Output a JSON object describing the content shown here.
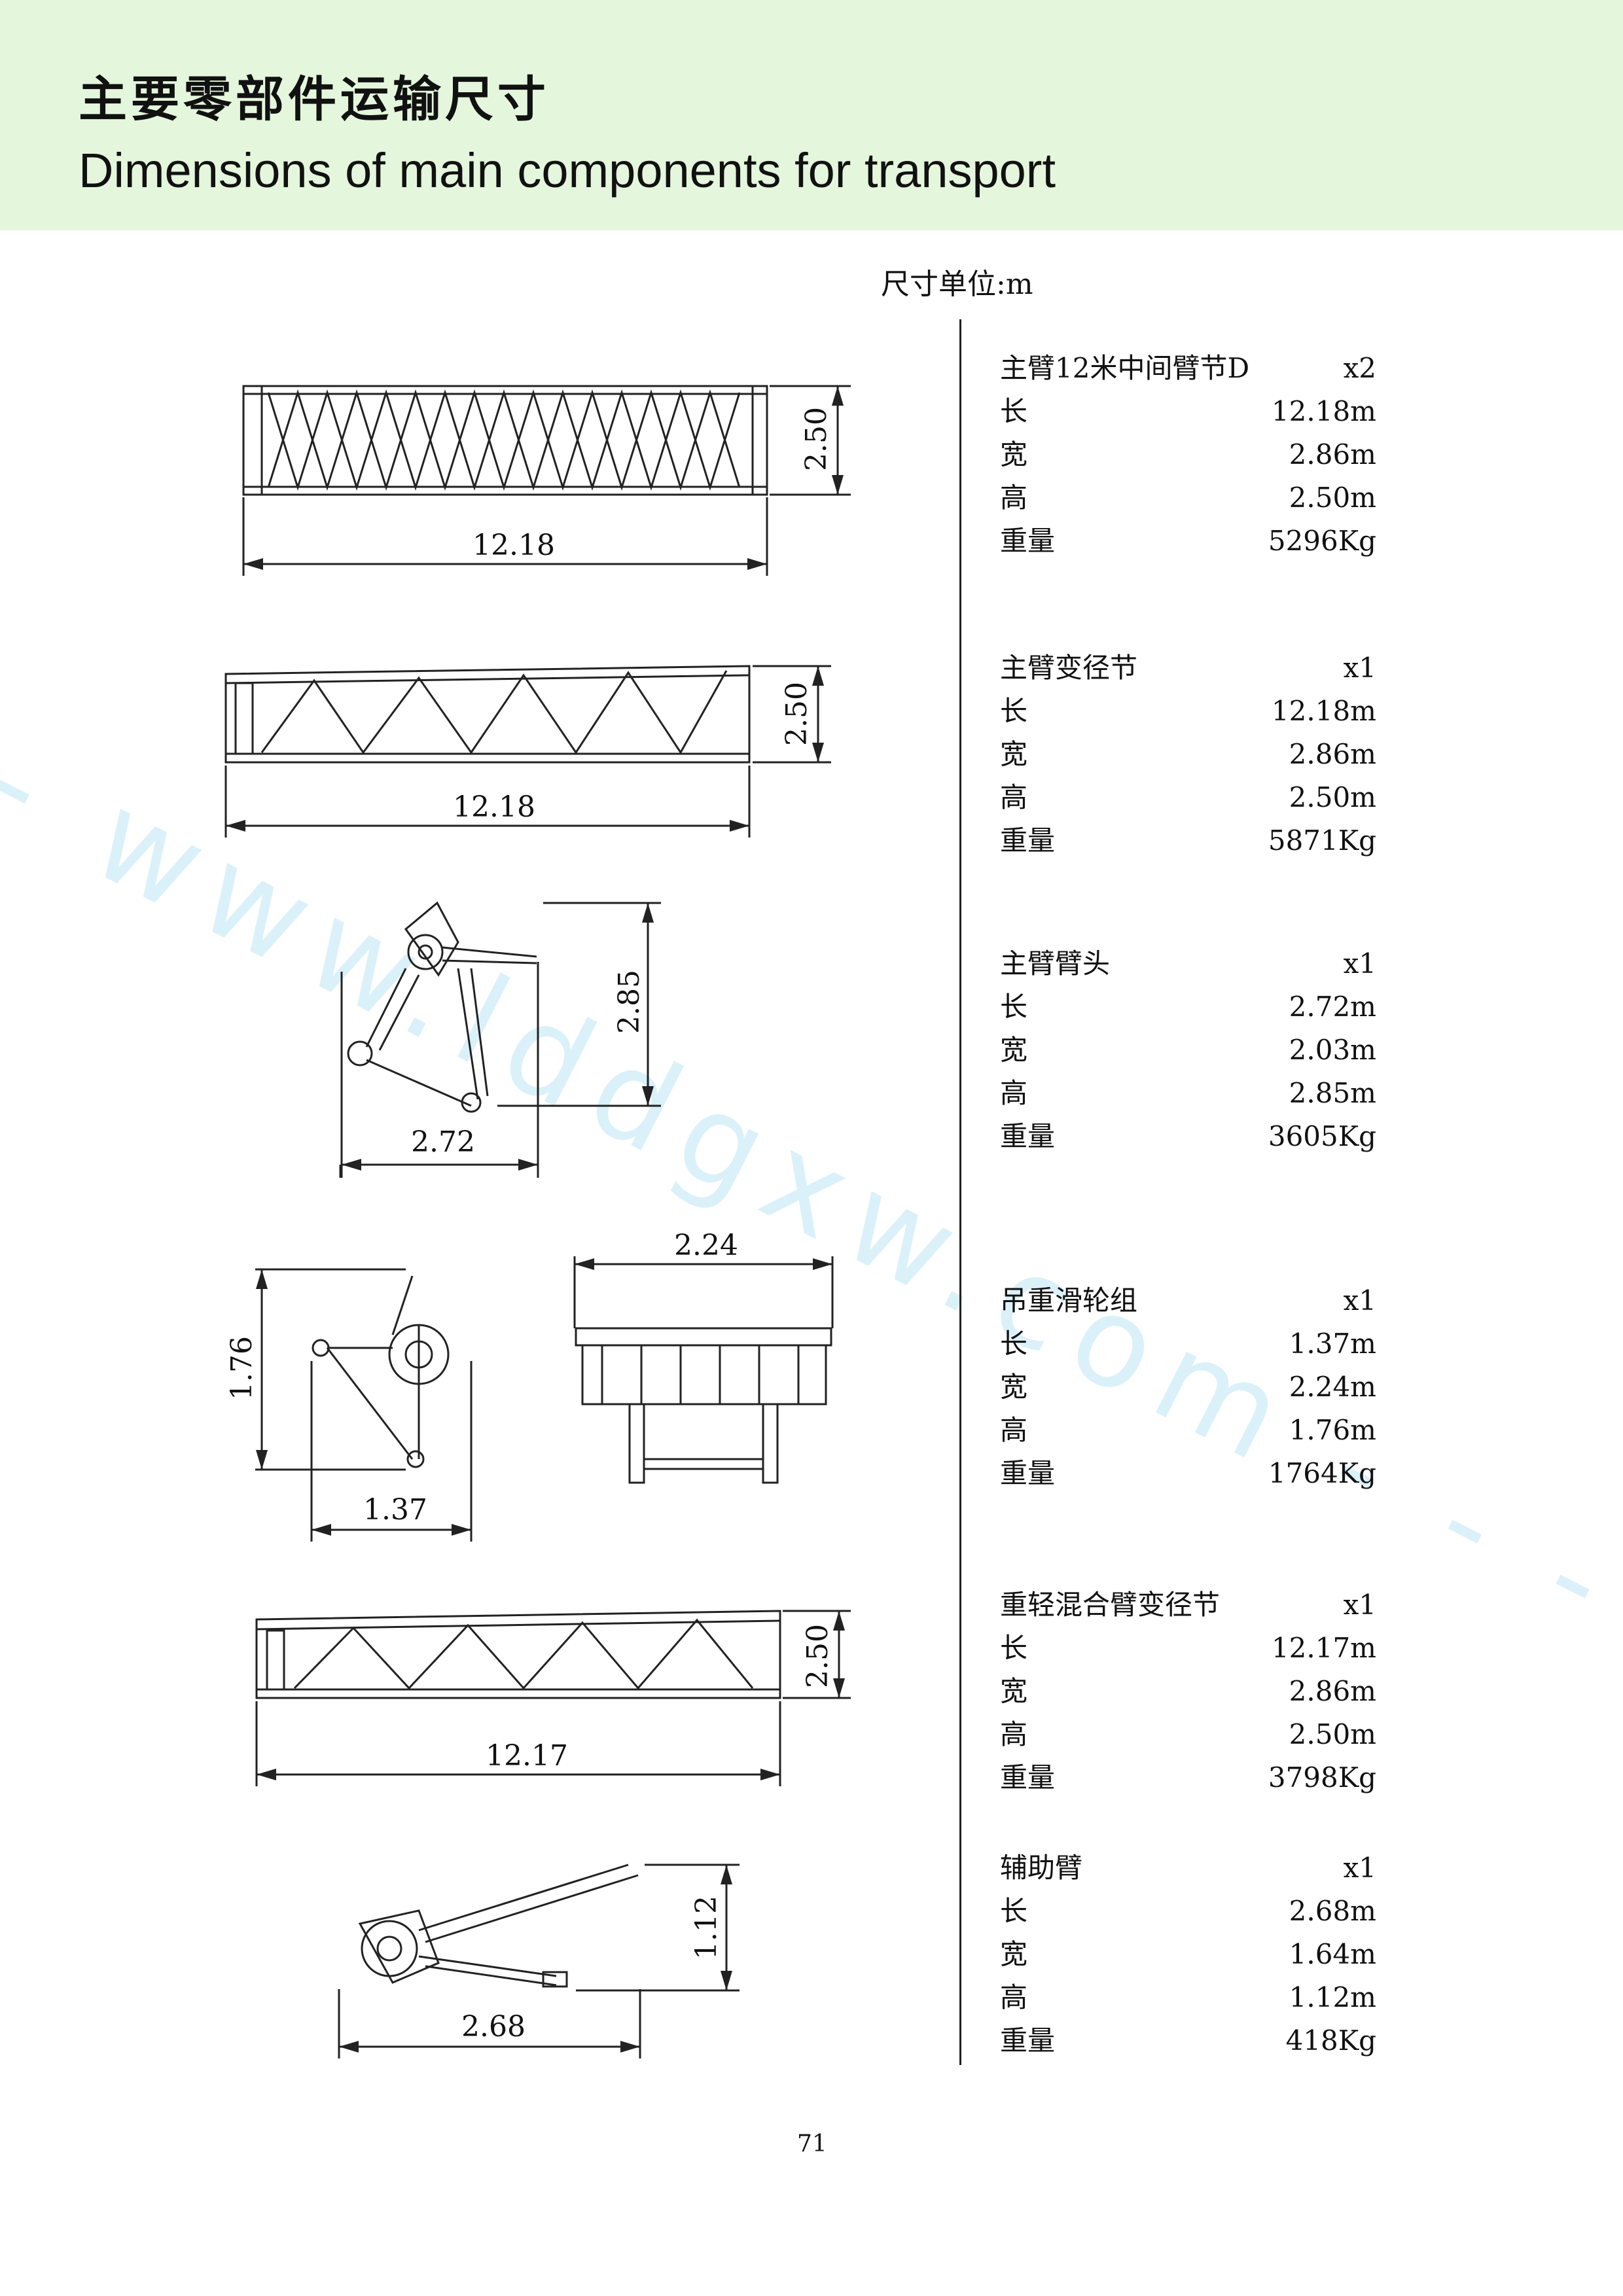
{
  "header": {
    "title_cn": "主要零部件运输尺寸",
    "title_en": "Dimensions of main components for transport"
  },
  "unit_label": "尺寸单位:m",
  "watermark_text": "- - www.lddgxw.com - - - -",
  "components": [
    {
      "name": "主臂12米中间臂节D",
      "qty": "x2",
      "length": "12.18m",
      "width": "2.86m",
      "height": "2.50m",
      "weight": "5296Kg"
    },
    {
      "name": "主臂变径节",
      "qty": "x1",
      "length": "12.18m",
      "width": "2.86m",
      "height": "2.50m",
      "weight": "5871Kg"
    },
    {
      "name": "主臂臂头",
      "qty": "x1",
      "length": "2.72m",
      "width": "2.03m",
      "height": "2.85m",
      "weight": "3605Kg"
    },
    {
      "name": "吊重滑轮组",
      "qty": "x1",
      "length": "1.37m",
      "width": "2.24m",
      "height": "1.76m",
      "weight": "1764Kg"
    },
    {
      "name": "重轻混合臂变径节",
      "qty": "x1",
      "length": "12.17m",
      "width": "2.86m",
      "height": "2.50m",
      "weight": "3798Kg"
    },
    {
      "name": "辅助臂",
      "qty": "x1",
      "length": "2.68m",
      "width": "1.64m",
      "height": "1.12m",
      "weight": "418Kg"
    }
  ],
  "labels": {
    "length": "长",
    "width": "宽",
    "height": "高",
    "weight": "重量"
  },
  "drawing_dims": {
    "d1_len": "12.18",
    "d1_h": "2.50",
    "d2_len": "12.18",
    "d2_h": "2.50",
    "d3_len": "2.72",
    "d3_h": "2.85",
    "d4_len": "1.37",
    "d4_h": "1.76",
    "d4_w": "2.24",
    "d5_len": "12.17",
    "d5_h": "2.50",
    "d6_len": "2.68",
    "d6_h": "1.12"
  },
  "page_number": "71"
}
